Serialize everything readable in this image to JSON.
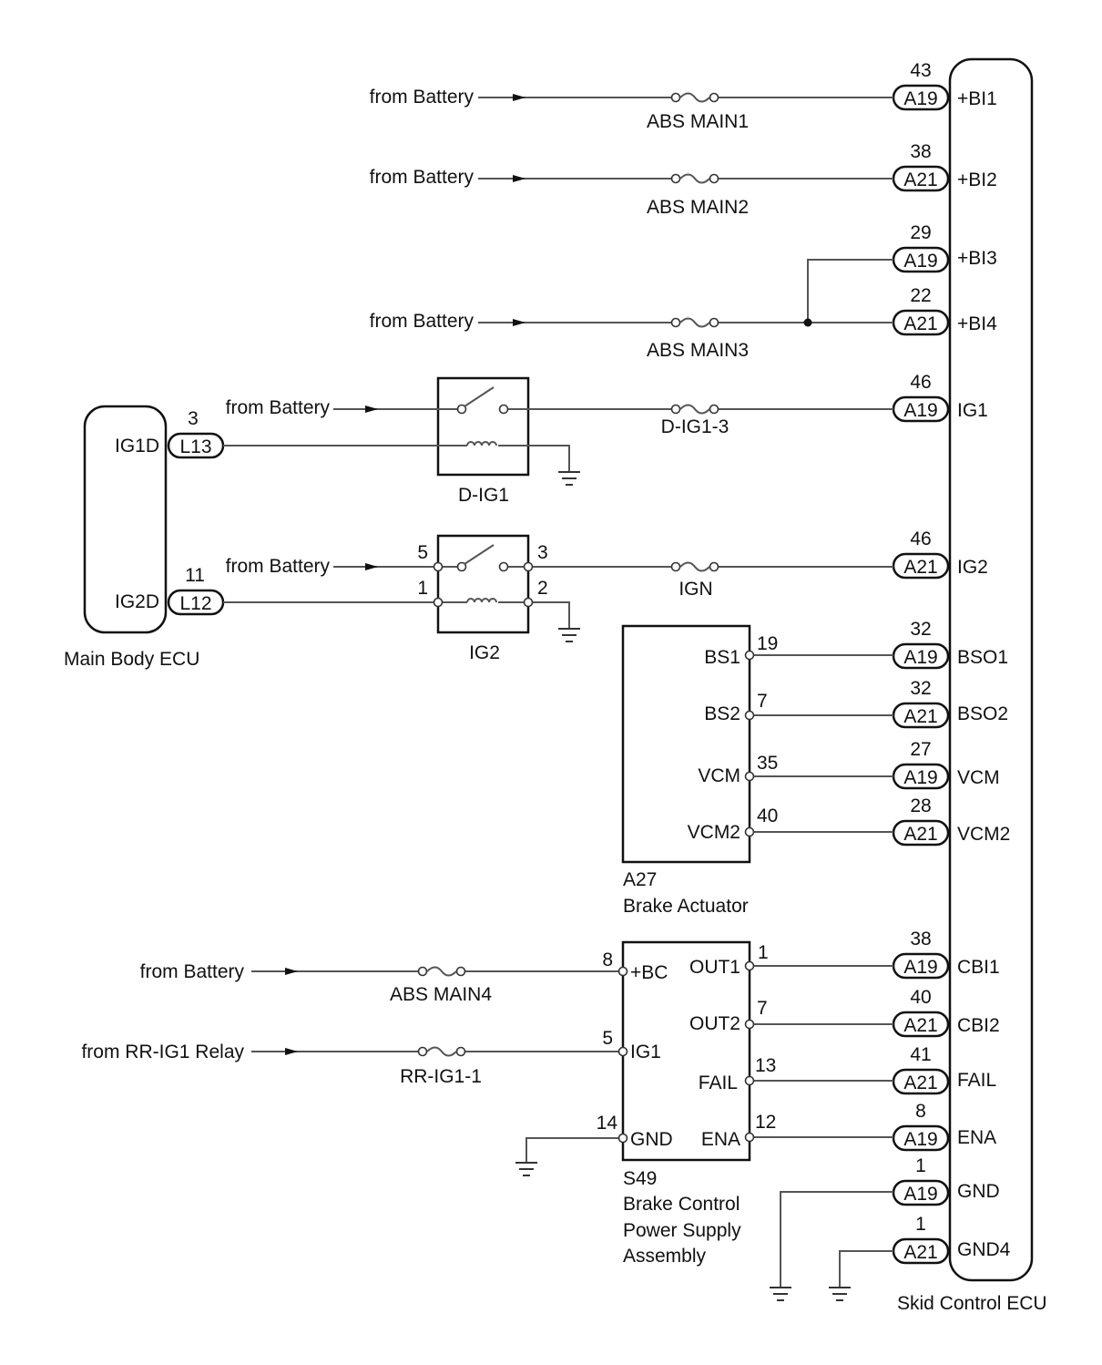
{
  "skid_ecu": {
    "title": "Skid Control ECU",
    "pins": [
      {
        "num": "43",
        "conn": "A19",
        "name": "+BI1"
      },
      {
        "num": "38",
        "conn": "A21",
        "name": "+BI2"
      },
      {
        "num": "29",
        "conn": "A19",
        "name": "+BI3"
      },
      {
        "num": "22",
        "conn": "A21",
        "name": "+BI4"
      },
      {
        "num": "46",
        "conn": "A19",
        "name": "IG1"
      },
      {
        "num": "46",
        "conn": "A21",
        "name": "IG2"
      },
      {
        "num": "32",
        "conn": "A19",
        "name": "BSO1"
      },
      {
        "num": "32",
        "conn": "A21",
        "name": "BSO2"
      },
      {
        "num": "27",
        "conn": "A19",
        "name": "VCM"
      },
      {
        "num": "28",
        "conn": "A21",
        "name": "VCM2"
      },
      {
        "num": "38",
        "conn": "A19",
        "name": "CBI1"
      },
      {
        "num": "40",
        "conn": "A21",
        "name": "CBI2"
      },
      {
        "num": "41",
        "conn": "A21",
        "name": "FAIL"
      },
      {
        "num": "8",
        "conn": "A19",
        "name": "ENA"
      },
      {
        "num": "1",
        "conn": "A19",
        "name": "GND"
      },
      {
        "num": "1",
        "conn": "A21",
        "name": "GND4"
      }
    ]
  },
  "sources": {
    "battery": "from Battery",
    "rr_ig1_relay": "from RR-IG1 Relay"
  },
  "fuses": {
    "abs_main1": "ABS MAIN1",
    "abs_main2": "ABS MAIN2",
    "abs_main3": "ABS MAIN3",
    "d_ig1_3": "D-IG1-3",
    "ign": "IGN",
    "abs_main4": "ABS MAIN4",
    "rr_ig1_1": "RR-IG1-1"
  },
  "relays": {
    "d_ig1": {
      "label": "D-IG1"
    },
    "ig2": {
      "label": "IG2",
      "pins": {
        "in": "5",
        "out": "3",
        "coil_in": "1",
        "coil_out": "2"
      }
    }
  },
  "main_body_ecu": {
    "title": "Main Body ECU",
    "pins": [
      {
        "label": "IG1D",
        "num": "3",
        "conn": "L13"
      },
      {
        "label": "IG2D",
        "num": "11",
        "conn": "L12"
      }
    ]
  },
  "brake_actuator": {
    "code": "A27",
    "title": "Brake Actuator",
    "pins": [
      {
        "label": "BS1",
        "num": "19"
      },
      {
        "label": "BS2",
        "num": "7"
      },
      {
        "label": "VCM",
        "num": "35"
      },
      {
        "label": "VCM2",
        "num": "40"
      }
    ]
  },
  "power_supply": {
    "code": "S49",
    "title_lines": [
      "Brake Control",
      "Power Supply",
      "Assembly"
    ],
    "left_pins": [
      {
        "label": "+BC",
        "num": "8"
      },
      {
        "label": "IG1",
        "num": "5"
      },
      {
        "label": "GND",
        "num": "14"
      }
    ],
    "right_pins": [
      {
        "label": "OUT1",
        "num": "1"
      },
      {
        "label": "OUT2",
        "num": "7"
      },
      {
        "label": "FAIL",
        "num": "13"
      },
      {
        "label": "ENA",
        "num": "12"
      }
    ]
  }
}
